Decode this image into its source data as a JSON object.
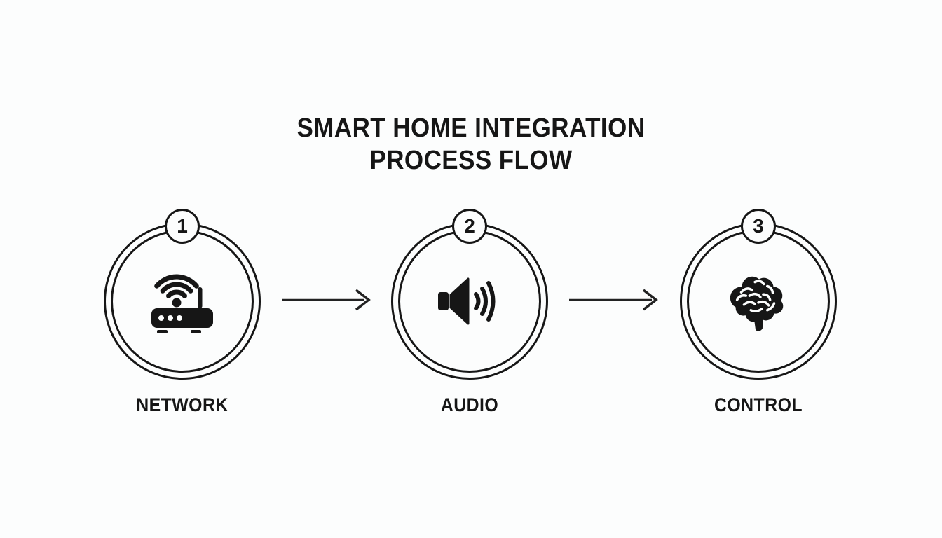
{
  "title": {
    "line1": "SMART HOME INTEGRATION",
    "line2": "PROCESS FLOW"
  },
  "steps": [
    {
      "number": "1",
      "label": "NETWORK",
      "icon": "wifi-router-icon"
    },
    {
      "number": "2",
      "label": "AUDIO",
      "icon": "speaker-sound-waves-icon"
    },
    {
      "number": "3",
      "label": "CONTROL",
      "icon": "brain-icon"
    }
  ],
  "connectors": [
    {
      "type": "arrow-right"
    },
    {
      "type": "arrow-right"
    }
  ],
  "colors": {
    "background": "#fcfdfd",
    "ink": "#161616"
  }
}
